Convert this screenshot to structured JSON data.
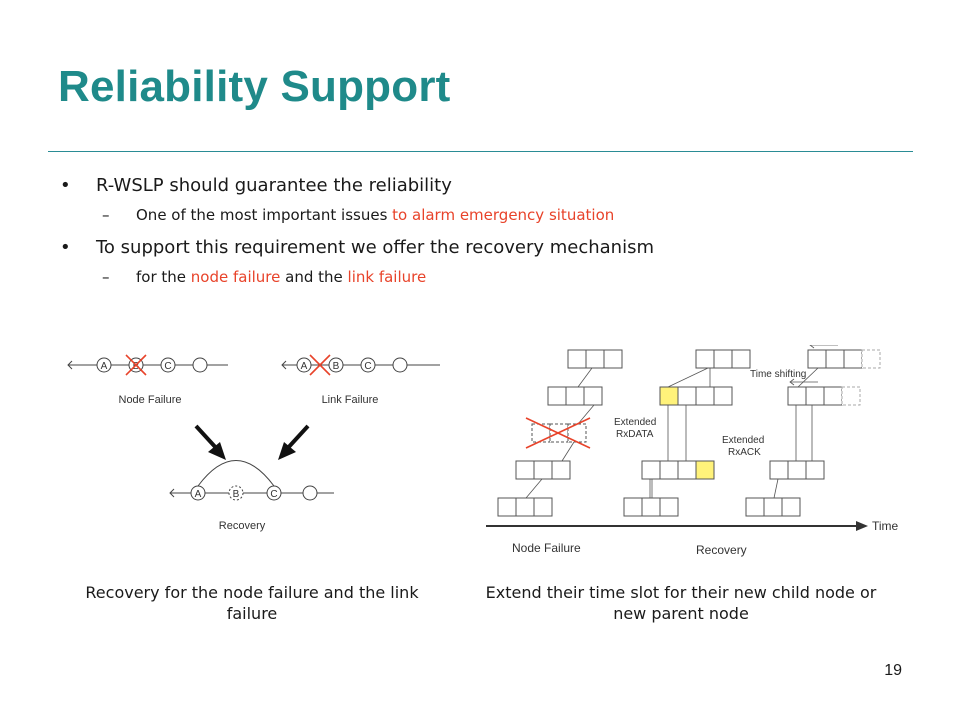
{
  "slide": {
    "title": "Reliability Support",
    "page_number": "19"
  },
  "bullets": [
    {
      "text": "R-WSLP should guarantee the reliability",
      "sub": {
        "plain": "One of the most important issues ",
        "red1": "to alarm emergency situation"
      }
    },
    {
      "text": "To support this requirement we offer the recovery mechanism",
      "sub": {
        "plain": "for the ",
        "red1": "node failure",
        "mid": " and the ",
        "red2": "link failure"
      }
    }
  ],
  "left_figure": {
    "node_failure_label": "Node Failure",
    "link_failure_label": "Link Failure",
    "recovery_label": "Recovery",
    "nodes": [
      "A",
      "B",
      "C"
    ],
    "caption": "Recovery for the node failure and the link failure"
  },
  "right_figure": {
    "time_label": "Time",
    "node_failure_label": "Node Failure",
    "recovery_label": "Recovery",
    "time_shifting_label": "Time shifting",
    "extended_rxdata_line1": "Extended",
    "extended_rxdata_line2": "RxDATA",
    "extended_rxack_line1": "Extended",
    "extended_rxack_line2": "RxACK",
    "caption": "Extend their time slot for their new child node or new parent node"
  },
  "colors": {
    "title": "#1f8a8a",
    "highlight": "#e8432a",
    "slot_highlight": "#fff27a"
  }
}
